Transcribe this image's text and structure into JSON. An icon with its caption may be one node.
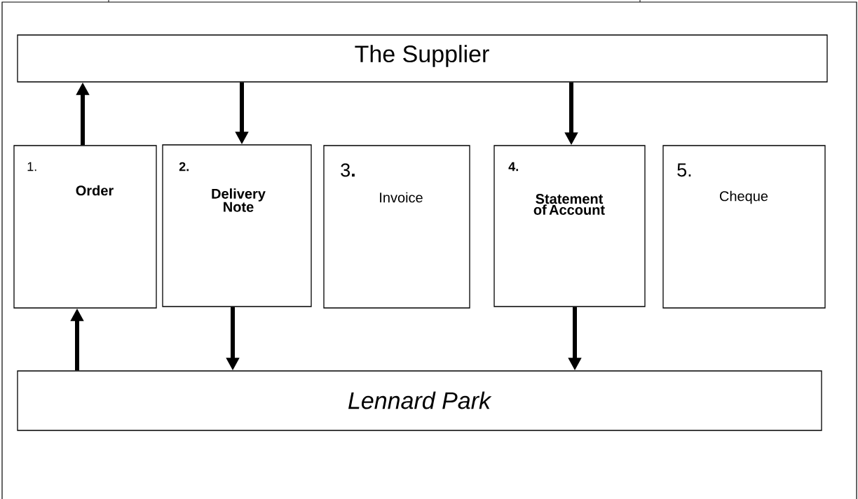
{
  "diagram": {
    "nodes": [
      {
        "text": [
          "The Supplier"
        ]
      },
      {
        "text": [
          "1.",
          "Order"
        ]
      },
      {
        "text": [
          "2.",
          "Delivery Note"
        ]
      },
      {
        "text": [
          "3**.**",
          "Invoice"
        ]
      },
      {
        "text": [
          "4.",
          "Statement of Account"
        ]
      },
      {
        "text": [
          "5.",
          "Cheque"
        ]
      },
      {
        "text": [
          "Lennard Park"
        ]
      }
    ],
    "edges": [
      {
        "from": 1,
        "to": 0,
        "arrow": "to"
      },
      {
        "from": 0,
        "to": 2,
        "arrow": "to"
      },
      {
        "from": 0,
        "to": 4,
        "arrow": "to"
      },
      {
        "from": 6,
        "to": 1,
        "arrow": "to"
      },
      {
        "from": 2,
        "to": 6,
        "arrow": "to"
      },
      {
        "from": 4,
        "to": 6,
        "arrow": "to"
      }
    ]
  }
}
